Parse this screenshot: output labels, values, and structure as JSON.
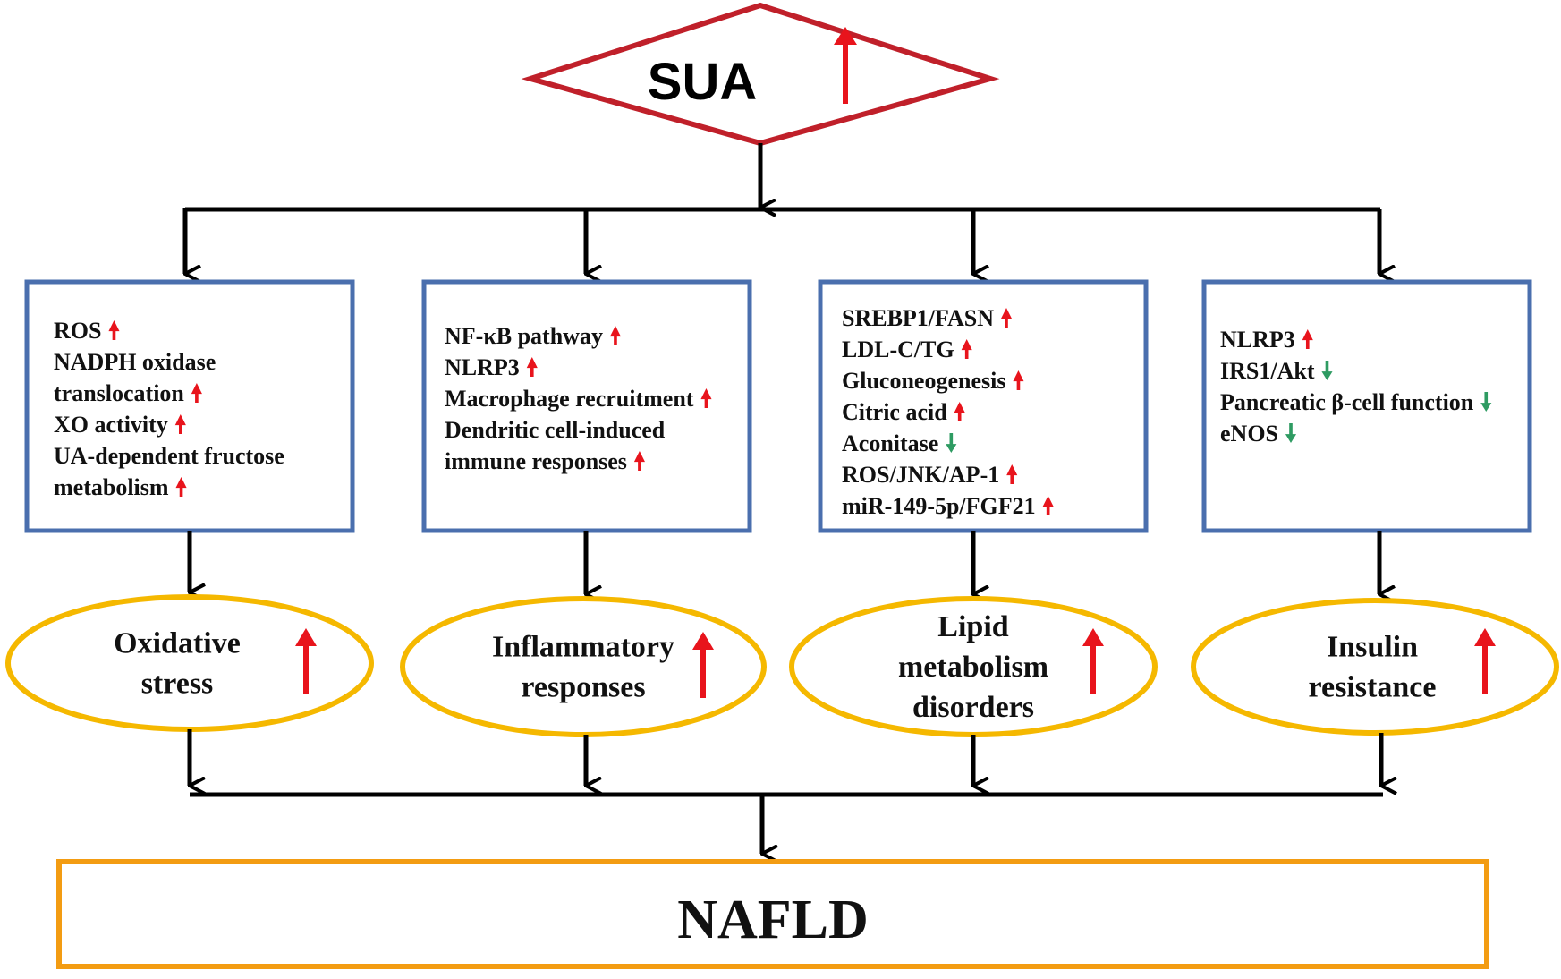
{
  "colors": {
    "connector": "#000000",
    "sua_border": "#c0202a",
    "box_border": "#4a6fae",
    "oval_border": "#f5b800",
    "nafld_border": "#f39c12",
    "up_arrow": "#e8141c",
    "down_arrow": "#2e9b62"
  },
  "top": {
    "label": "SUA",
    "indicator": "up"
  },
  "bottom": {
    "label": "NAFLD"
  },
  "columns": [
    {
      "id": "oxidative",
      "lines": [
        {
          "text": "ROS",
          "indicator": "up"
        },
        {
          "text": "NADPH oxidase",
          "indicator": ""
        },
        {
          "text": "translocation",
          "indicator": "up"
        },
        {
          "text": "XO activity",
          "indicator": "up"
        },
        {
          "text": "UA-dependent fructose",
          "indicator": ""
        },
        {
          "text": "metabolism",
          "indicator": "up"
        }
      ],
      "outcome": {
        "lines": [
          "Oxidative",
          "stress"
        ],
        "indicator": "up"
      }
    },
    {
      "id": "inflammatory",
      "lines": [
        {
          "text": "NF-κB pathway",
          "indicator": "up"
        },
        {
          "text": "NLRP3",
          "indicator": "up"
        },
        {
          "text": "Macrophage recruitment",
          "indicator": "up"
        },
        {
          "text": "Dendritic cell-induced",
          "indicator": ""
        },
        {
          "text": "immune responses",
          "indicator": "up"
        }
      ],
      "outcome": {
        "lines": [
          "Inflammatory",
          "responses"
        ],
        "indicator": "up"
      }
    },
    {
      "id": "lipid",
      "lines": [
        {
          "text": "SREBP1/FASN",
          "indicator": "up"
        },
        {
          "text": "LDL-C/TG",
          "indicator": "up"
        },
        {
          "text": "Gluconeogenesis",
          "indicator": "up"
        },
        {
          "text": "Citric acid",
          "indicator": "up"
        },
        {
          "text": "Aconitase",
          "indicator": "down"
        },
        {
          "text": "ROS/JNK/AP-1",
          "indicator": "up"
        },
        {
          "text": "miR-149-5p/FGF21",
          "indicator": "up"
        }
      ],
      "outcome": {
        "lines": [
          "Lipid",
          "metabolism",
          "disorders"
        ],
        "indicator": "up"
      }
    },
    {
      "id": "insulin",
      "lines": [
        {
          "text": "NLRP3",
          "indicator": "up"
        },
        {
          "text": "IRS1/Akt",
          "indicator": "down"
        },
        {
          "text": "Pancreatic β-cell function",
          "indicator": "down"
        },
        {
          "text": "eNOS",
          "indicator": "down"
        }
      ],
      "outcome": {
        "lines": [
          "Insulin",
          "resistance"
        ],
        "indicator": "up"
      }
    }
  ]
}
